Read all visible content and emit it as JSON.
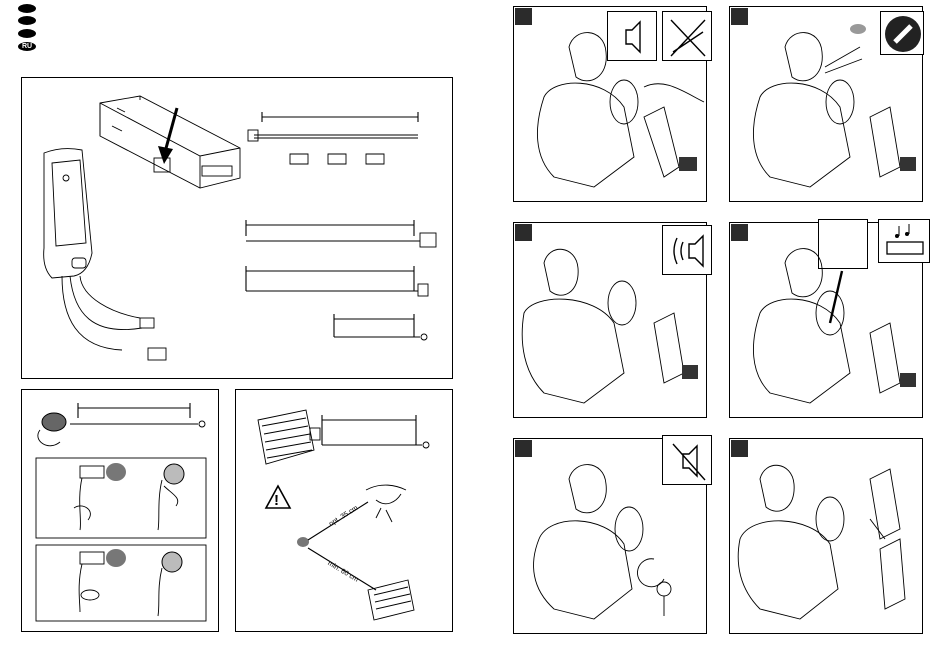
{
  "languages": [
    "",
    "",
    "",
    "RU"
  ],
  "panel_main": {
    "name": "installation-overview"
  },
  "panel_mic": {
    "name": "microphone-mounting"
  },
  "panel_speaker": {
    "warning_symbol": "!",
    "distance_opt": "opt. 35 cm",
    "distance_min": "min. 60 cm"
  },
  "scenes": [
    {
      "icons": [
        "speaker-icon",
        "no-handset-icon"
      ]
    },
    {
      "icons": [
        "speech-icon",
        "mobile-phone-icon"
      ]
    },
    {
      "icons": [
        "ringing-speaker-icon"
      ]
    },
    {
      "icons": [
        "blank-box",
        "car-radio-music-icon"
      ]
    },
    {
      "icons": [
        "mute-speaker-icon"
      ]
    },
    {
      "icons": []
    }
  ],
  "colors": {
    "ink": "#000000",
    "panel_bg": "#ffffff",
    "marker": "#2b2b2b"
  }
}
